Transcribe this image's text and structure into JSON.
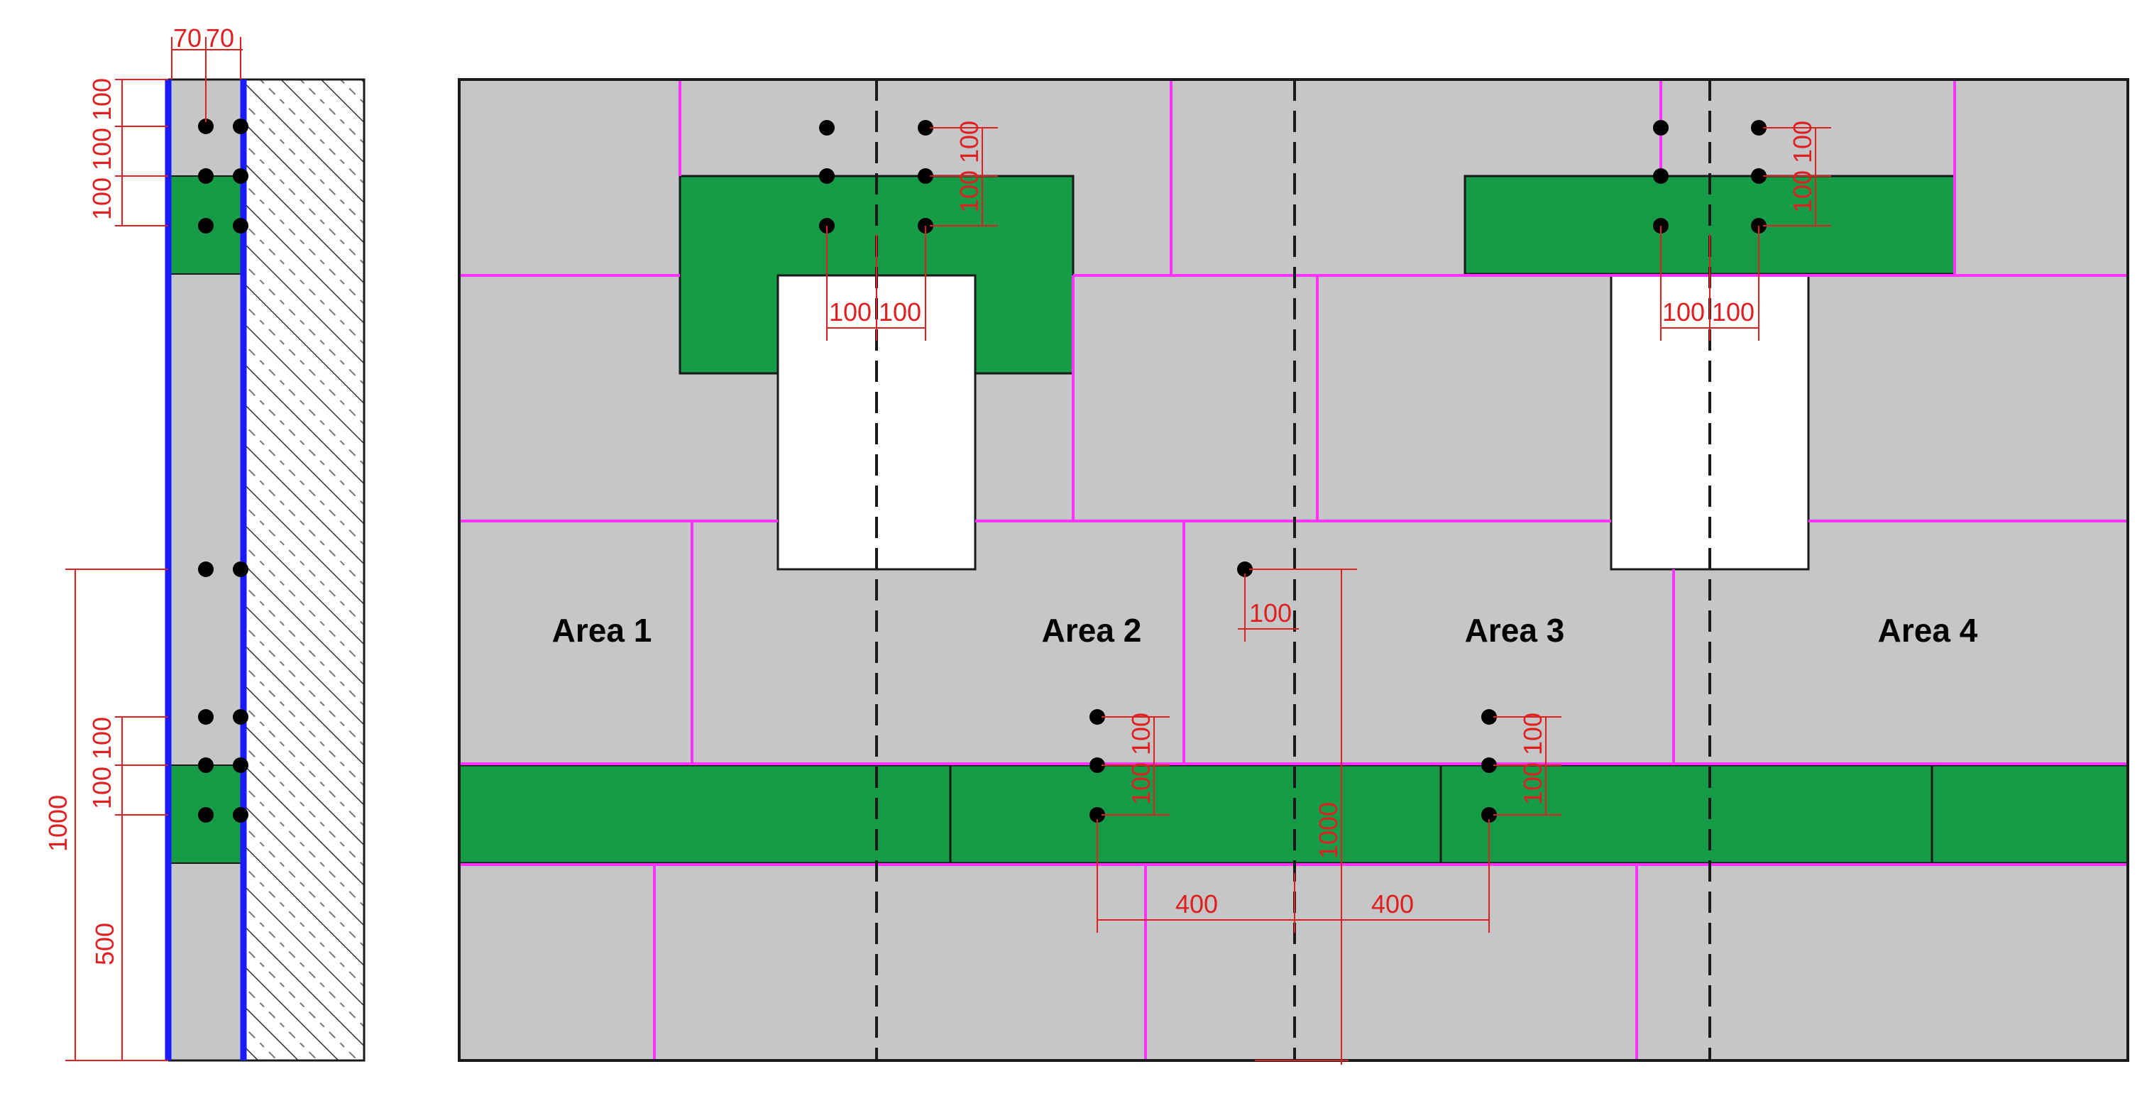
{
  "colors": {
    "background": "#ffffff",
    "panel": "#c5c6c8",
    "green": "#169c47",
    "joint_magenta": "#ff33ff",
    "insulation_blue": "#1a1aff",
    "dimension_red": "#e02020",
    "anchor": "#000000",
    "outline": "#1a1a1a"
  },
  "section_view": {
    "dimensions": {
      "top_width_left": "70",
      "top_width_right": "70",
      "top_spacing_1": "100",
      "top_spacing_2": "100",
      "top_spacing_3": "100",
      "bottom_spacing_1": "100",
      "bottom_spacing_2": "100",
      "height_total": "1000",
      "height_lower": "500"
    }
  },
  "elevation_view": {
    "areas": [
      "Area 1",
      "Area 2",
      "Area 3",
      "Area 4"
    ],
    "dimensions": {
      "window1_vertical_1": "100",
      "window1_vertical_2": "100",
      "window1_horizontal_1": "100",
      "window1_horizontal_2": "100",
      "window2_vertical_1": "100",
      "window2_vertical_2": "100",
      "window2_horizontal_1": "100",
      "window2_horizontal_2": "100",
      "center_offset": "100",
      "center_height": "1000",
      "band_left_vertical_1": "100",
      "band_left_vertical_2": "100",
      "band_right_vertical_1": "100",
      "band_right_vertical_2": "100",
      "spacing_left": "400",
      "spacing_right": "400"
    }
  }
}
